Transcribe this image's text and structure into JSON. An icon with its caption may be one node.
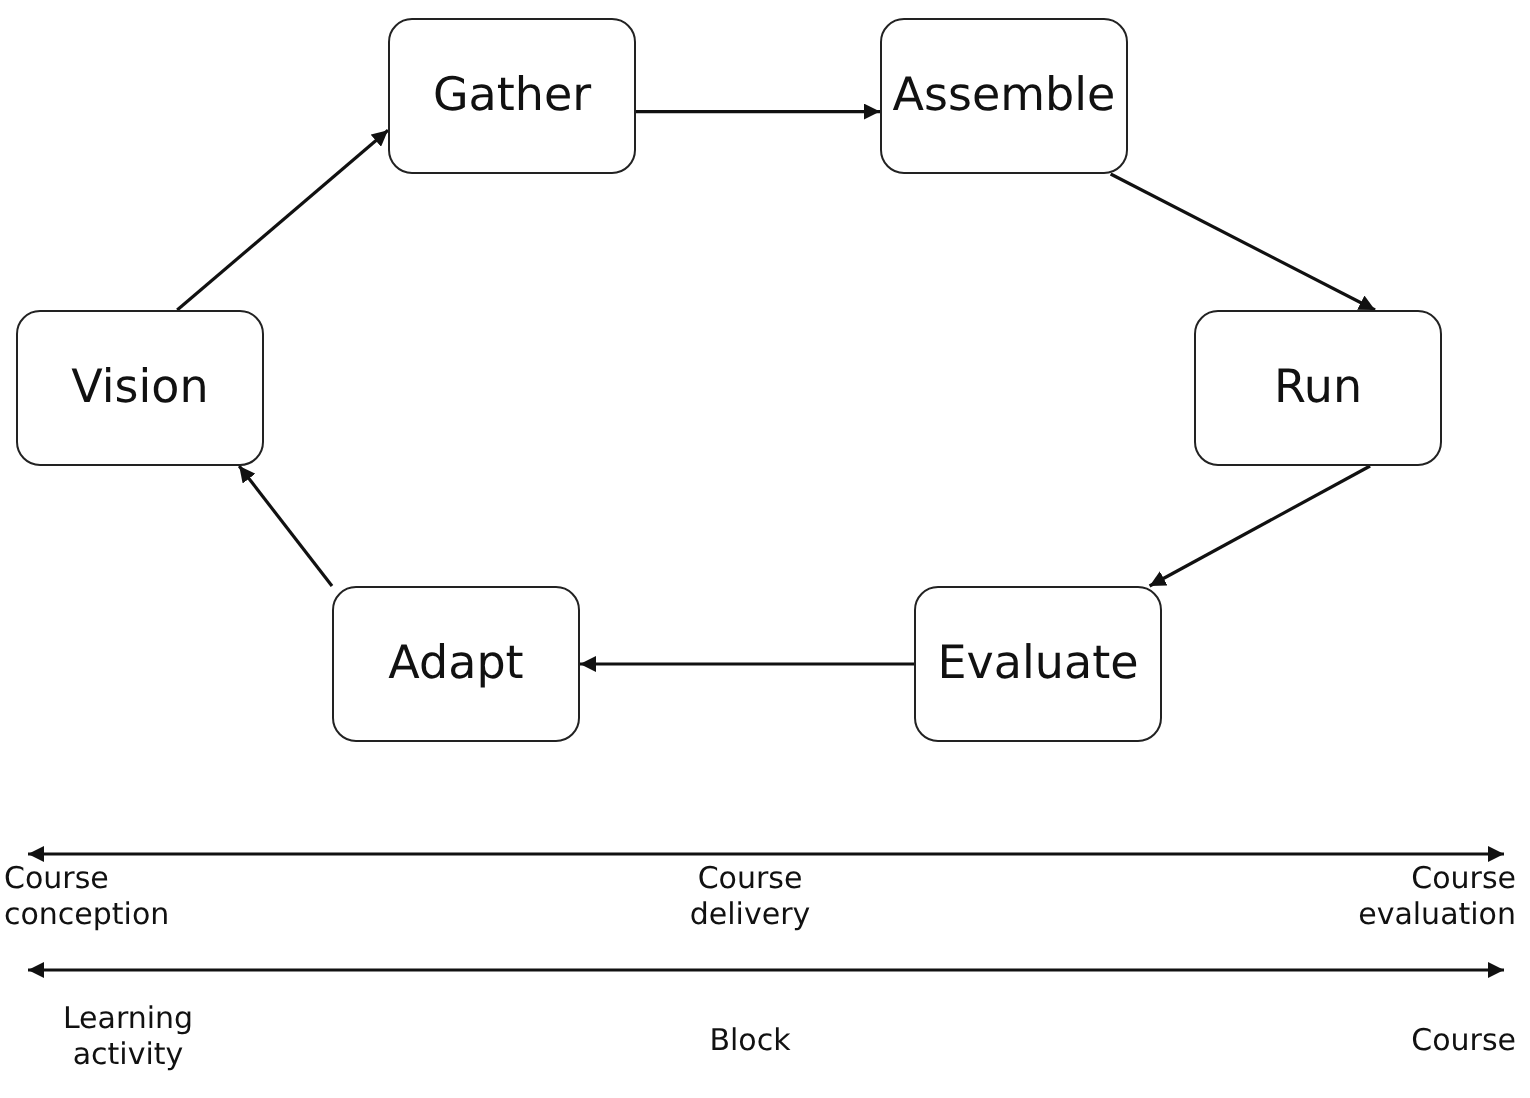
{
  "diagram": {
    "nodes": [
      {
        "text": [
          "Gather"
        ]
      },
      {
        "text": [
          "Assemble"
        ]
      },
      {
        "text": [
          "Run"
        ]
      },
      {
        "text": [
          "Evaluate"
        ]
      },
      {
        "text": [
          "Adapt"
        ]
      },
      {
        "text": [
          "Vision"
        ]
      }
    ],
    "edges": [
      {
        "from": 0,
        "to": 1,
        "arrow": "to"
      },
      {
        "from": 1,
        "to": 2,
        "arrow": "to"
      },
      {
        "from": 2,
        "to": 3,
        "arrow": "to"
      },
      {
        "from": 3,
        "to": 4,
        "arrow": "to"
      },
      {
        "from": 4,
        "to": 5,
        "arrow": "to"
      },
      {
        "from": 5,
        "to": 0,
        "arrow": "to"
      }
    ],
    "labels": [
      "Course conception",
      "Course delivery",
      "Course evaluation",
      "Learning activity",
      "Block",
      "Course"
    ]
  }
}
